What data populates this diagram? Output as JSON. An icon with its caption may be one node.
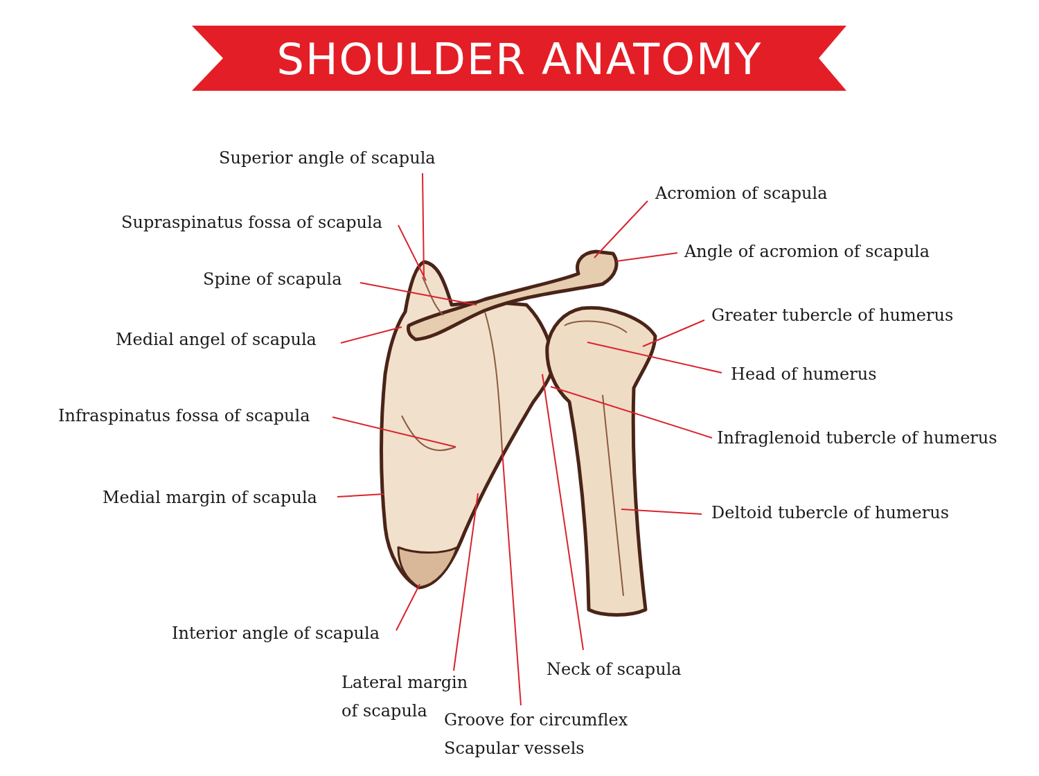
{
  "diagram": {
    "title": "SHOULDER ANATOMY",
    "nodes": [
      {
        "text": [
          "Superior angle of scapula"
        ]
      },
      {
        "text": [
          "Supraspinatus fossa of scapula"
        ]
      },
      {
        "text": [
          "Spine of scapula"
        ]
      },
      {
        "text": [
          "Medial angel of scapula"
        ]
      },
      {
        "text": [
          "Infraspinatus fossa of scapula"
        ]
      },
      {
        "text": [
          "Medial margin of scapula"
        ]
      },
      {
        "text": [
          "Interior angle of scapula"
        ]
      },
      {
        "text": [
          "Lateral margin of scapula"
        ]
      },
      {
        "text": [
          "Groove for circumflex Scapular vessels"
        ]
      },
      {
        "text": [
          "Neck of scapula"
        ]
      },
      {
        "text": [
          "Acromion of scapula"
        ]
      },
      {
        "text": [
          "Angle of acromion of scapula"
        ]
      },
      {
        "text": [
          "Greater tubercle of humerus"
        ]
      },
      {
        "text": [
          "Head of humerus"
        ]
      },
      {
        "text": [
          "Infraglenoid tubercle of humerus"
        ]
      },
      {
        "text": [
          "Deltoid tubercle of humerus"
        ]
      }
    ],
    "edges": [
      {
        "from": 0,
        "to": null,
        "arrow": "none"
      },
      {
        "from": 1,
        "to": null,
        "arrow": "none"
      },
      {
        "from": 2,
        "to": null,
        "arrow": "none"
      },
      {
        "from": 3,
        "to": null,
        "arrow": "none"
      },
      {
        "from": 4,
        "to": null,
        "arrow": "none"
      },
      {
        "from": 5,
        "to": null,
        "arrow": "none"
      },
      {
        "from": 6,
        "to": null,
        "arrow": "none"
      },
      {
        "from": 7,
        "to": null,
        "arrow": "none"
      },
      {
        "from": 8,
        "to": null,
        "arrow": "none"
      },
      {
        "from": 9,
        "to": null,
        "arrow": "none"
      },
      {
        "from": 10,
        "to": null,
        "arrow": "none"
      },
      {
        "from": 11,
        "to": null,
        "arrow": "none"
      },
      {
        "from": 12,
        "to": null,
        "arrow": "none"
      },
      {
        "from": 13,
        "to": null,
        "arrow": "none"
      },
      {
        "from": 14,
        "to": null,
        "arrow": "none"
      },
      {
        "from": 15,
        "to": null,
        "arrow": "none"
      }
    ]
  }
}
